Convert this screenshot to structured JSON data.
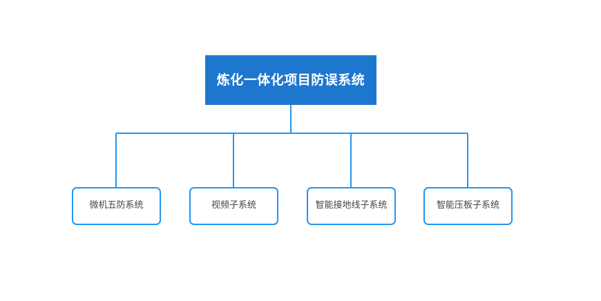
{
  "diagram": {
    "type": "organization-tree",
    "background_color": "#FFFFFF",
    "root": {
      "label": "炼化一体化项目防误系统",
      "fill_color": "#1E77CE",
      "text_color": "#FFFFFF"
    },
    "connector": {
      "color": "#2196F3",
      "width": 2
    },
    "children": [
      {
        "label": "微机五防系统",
        "border_color": "#2196F3",
        "fill_color": "#FFFFFF",
        "text_color": "#444444"
      },
      {
        "label": "视频子系统",
        "border_color": "#2196F3",
        "fill_color": "#FFFFFF",
        "text_color": "#444444"
      },
      {
        "label": "智能接地线子系统",
        "border_color": "#2196F3",
        "fill_color": "#FFFFFF",
        "text_color": "#444444"
      },
      {
        "label": "智能压板子系统",
        "border_color": "#2196F3",
        "fill_color": "#FFFFFF",
        "text_color": "#444444"
      }
    ]
  }
}
